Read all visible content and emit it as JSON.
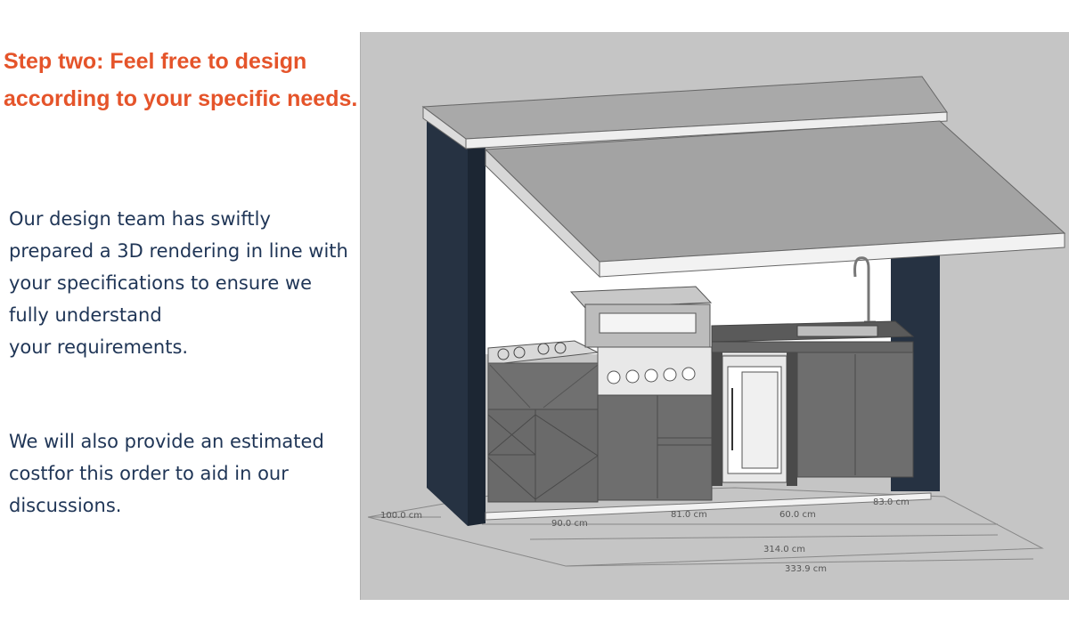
{
  "heading": {
    "line1": "Step two: Feel free to design",
    "line2": "according to your specific needs."
  },
  "paragraph1": {
    "lines": [
      "Our design team has swiftly",
      "prepared a 3D rendering in line with",
      "your specifications to ensure we",
      "fully understand",
      "your requirements."
    ]
  },
  "paragraph2": {
    "lines": [
      "We will also provide an estimated",
      "costfor this order to aid in our",
      "discussions."
    ]
  },
  "rendering": {
    "dimensions": {
      "depth": "100.0 cm",
      "section1": "90.0 cm",
      "section2": "81.0 cm",
      "section3": "60.0 cm",
      "section4": "83.0 cm",
      "total": "314.0 cm",
      "overall": "333.9 cm"
    }
  },
  "colors": {
    "heading": "#e5542a",
    "body_text": "#1f3556",
    "frame": "#243040",
    "cabinet": "#6b6b6b",
    "background": "#c5c5c5"
  }
}
